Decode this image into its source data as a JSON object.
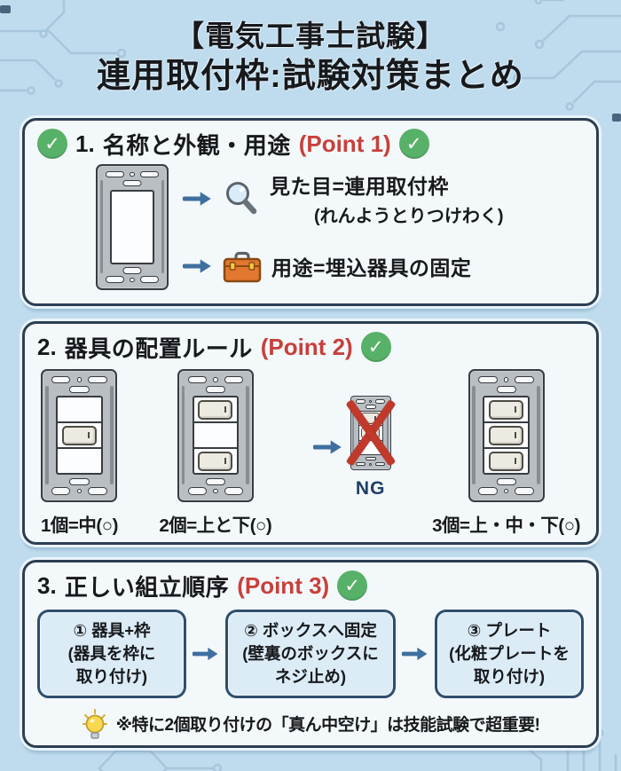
{
  "colors": {
    "background": "#bfdcee",
    "card_background": "#f3f8fb",
    "card_border": "#2c3e53",
    "accent_red": "#c8403a",
    "check_green": "#58b168",
    "arrow_blue": "#3e6fa0",
    "ng_navy": "#1e3e66",
    "cross_red": "#c0392b",
    "step_box_background": "#dcecf7"
  },
  "icons": {
    "check": "✓"
  },
  "title": {
    "line1": "【電気工事士試験】",
    "line2": "連用取付枠:試験対策まとめ"
  },
  "section1": {
    "heading_number": "1.",
    "heading_title": "名称と外観・用途",
    "heading_point": "(Point 1)",
    "frame": {
      "cells": 0,
      "switches": []
    },
    "row_appearance": {
      "text": "見た目=連用取付枠",
      "reading": "(れんようとりつけわく)"
    },
    "row_use": {
      "text": "用途=埋込器具の固定"
    }
  },
  "section2": {
    "heading_number": "2.",
    "heading_title": "器具の配置ルール",
    "heading_point": "(Point 2)",
    "frames": [
      {
        "cells": 3,
        "switches": [
          2
        ],
        "label": "1個=中(○)"
      },
      {
        "cells": 3,
        "switches": [
          1,
          3
        ],
        "label": "2個=上と下(○)"
      },
      {
        "cells": 3,
        "switches": [
          1,
          2
        ],
        "label": "NG",
        "crossed": true,
        "small": true
      },
      {
        "cells": 3,
        "switches": [
          1,
          2,
          3
        ],
        "label": "3個=上・中・下(○)"
      }
    ]
  },
  "section3": {
    "heading_number": "3.",
    "heading_title": "正しい組立順序",
    "heading_point": "(Point 3)",
    "steps": [
      {
        "line1": "① 器具+枠",
        "line2": "(器具を枠に",
        "line3": "取り付け)"
      },
      {
        "line1": "② ボックスへ固定",
        "line2": "(壁裏のボックスに",
        "line3": "ネジ止め)"
      },
      {
        "line1": "③ プレート",
        "line2": "(化粧プレートを",
        "line3": "取り付け)"
      }
    ],
    "note": "※特に2個取り付けの「真ん中空け」は技能試験で超重要!"
  }
}
